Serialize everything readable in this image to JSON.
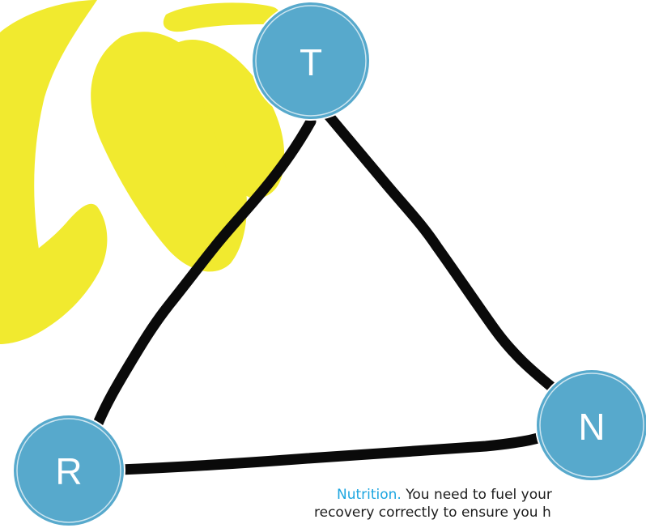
{
  "nodes": {
    "top": {
      "letter": "T"
    },
    "right": {
      "letter": "N"
    },
    "left": {
      "letter": "R"
    }
  },
  "caption": {
    "lead": "Nutrition.",
    "line1_rest": " You need to fuel your",
    "line2": "recovery correctly to ensure you h"
  },
  "colors": {
    "node_fill": "#57a9cc",
    "node_ring": "#ffffff",
    "edge": "#0a0a0a",
    "blob": "#f1ea2f",
    "lead_text": "#1da6e0"
  }
}
